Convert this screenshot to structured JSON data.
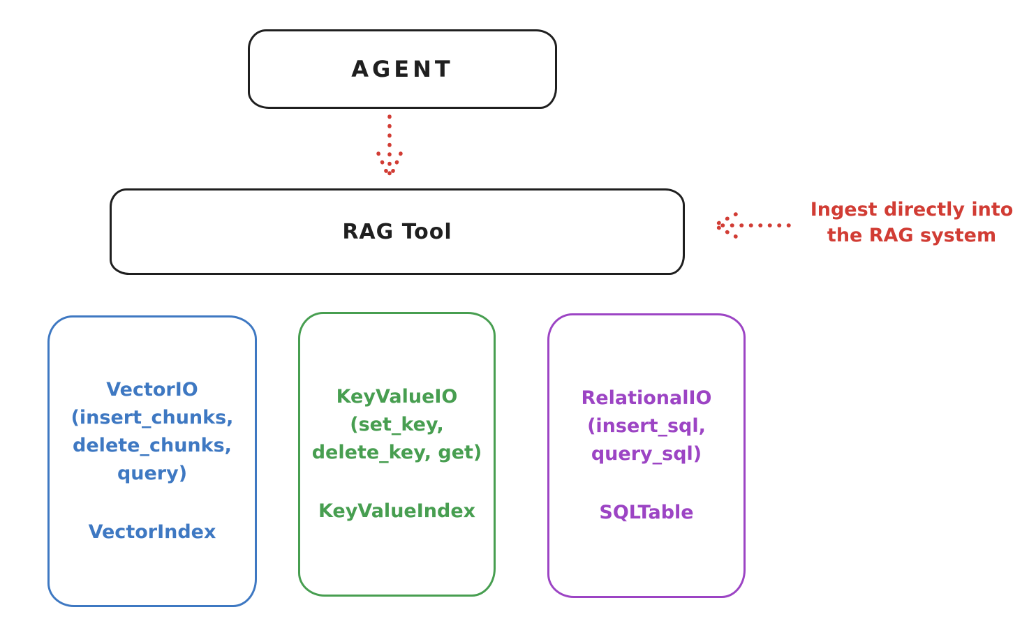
{
  "colors": {
    "background": "#ffffff",
    "stroke": "#1f1f1f",
    "red": "#d13c34",
    "blue": "#3e78c2",
    "green": "#479e50",
    "purple": "#9c44c4"
  },
  "nodes": {
    "agent": {
      "label": "AGENT"
    },
    "rag_tool": {
      "label": "RAG Tool"
    }
  },
  "annotation": {
    "line1": "Ingest directly into",
    "line2": "the RAG system"
  },
  "icons": {
    "arrow_down": "dotted-arrow-down",
    "arrow_left": "dotted-arrow-left"
  },
  "cards": [
    {
      "id": "vector-io",
      "color": "#3e78c2",
      "lines": [
        "VectorIO",
        "(insert_chunks,",
        "delete_chunks,",
        "query)"
      ],
      "index_label": "VectorIndex"
    },
    {
      "id": "keyvalue-io",
      "color": "#479e50",
      "lines": [
        "KeyValueIO",
        "(set_key,",
        "delete_key, get)"
      ],
      "index_label": "KeyValueIndex"
    },
    {
      "id": "relational-io",
      "color": "#9c44c4",
      "lines": [
        "RelationalIO",
        "(insert_sql,",
        "query_sql)"
      ],
      "index_label": "SQLTable"
    }
  ]
}
